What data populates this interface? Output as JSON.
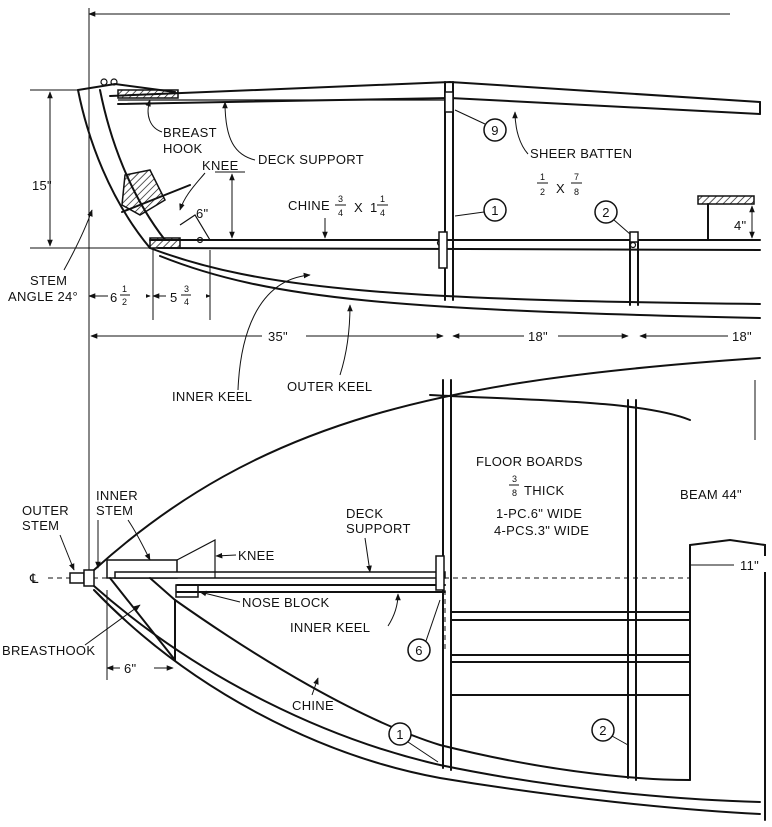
{
  "labels": {
    "breast_hook_1": "BREAST",
    "breast_hook_2": "HOOK",
    "knee": "KNEE",
    "deck_support": "DECK SUPPORT",
    "sheer_batten": "SHEER BATTEN",
    "sheer_batten_size": "X",
    "chine_label": "CHINE",
    "chine_size": "X",
    "stem_angle_1": "STEM",
    "stem_angle_2": "ANGLE 24°",
    "inner_keel": "INNER KEEL",
    "outer_keel": "OUTER KEEL",
    "floor_boards_1": "FLOOR BOARDS",
    "floor_boards_2": "THICK",
    "floor_boards_3": "1-PC.6\" WIDE",
    "floor_boards_4": "4-PCS.3\" WIDE",
    "beam": "BEAM 44\"",
    "outer_stem_1": "OUTER",
    "outer_stem_2": "STEM",
    "inner_stem_1": "INNER",
    "inner_stem_2": "STEM",
    "deck_support_plan_1": "DECK",
    "deck_support_plan_2": "SUPPORT",
    "knee_plan": "KNEE",
    "nose_block": "NOSE BLOCK",
    "inner_keel_plan": "INNER KEEL",
    "breasthook": "BREASTHOOK",
    "chine_plan": "CHINE",
    "centerline": "℄"
  },
  "dimensions": {
    "height_15": "15\"",
    "height_6": "6\"",
    "height_4": "4\"",
    "d_6_half": "6",
    "d_5_34": "5",
    "d_35": "35\"",
    "d_18a": "18\"",
    "d_18b": "18\"",
    "d_6_plan": "6\"",
    "d_11": "11\"",
    "frac_1": "1",
    "frac_2": "2",
    "frac_3": "3",
    "frac_4": "4",
    "frac_7": "7",
    "frac_8": "8"
  },
  "callouts": {
    "c9": "9",
    "c1_top": "1",
    "c2_top": "2",
    "c6": "6",
    "c1_bottom": "1",
    "c2_bottom": "2"
  }
}
